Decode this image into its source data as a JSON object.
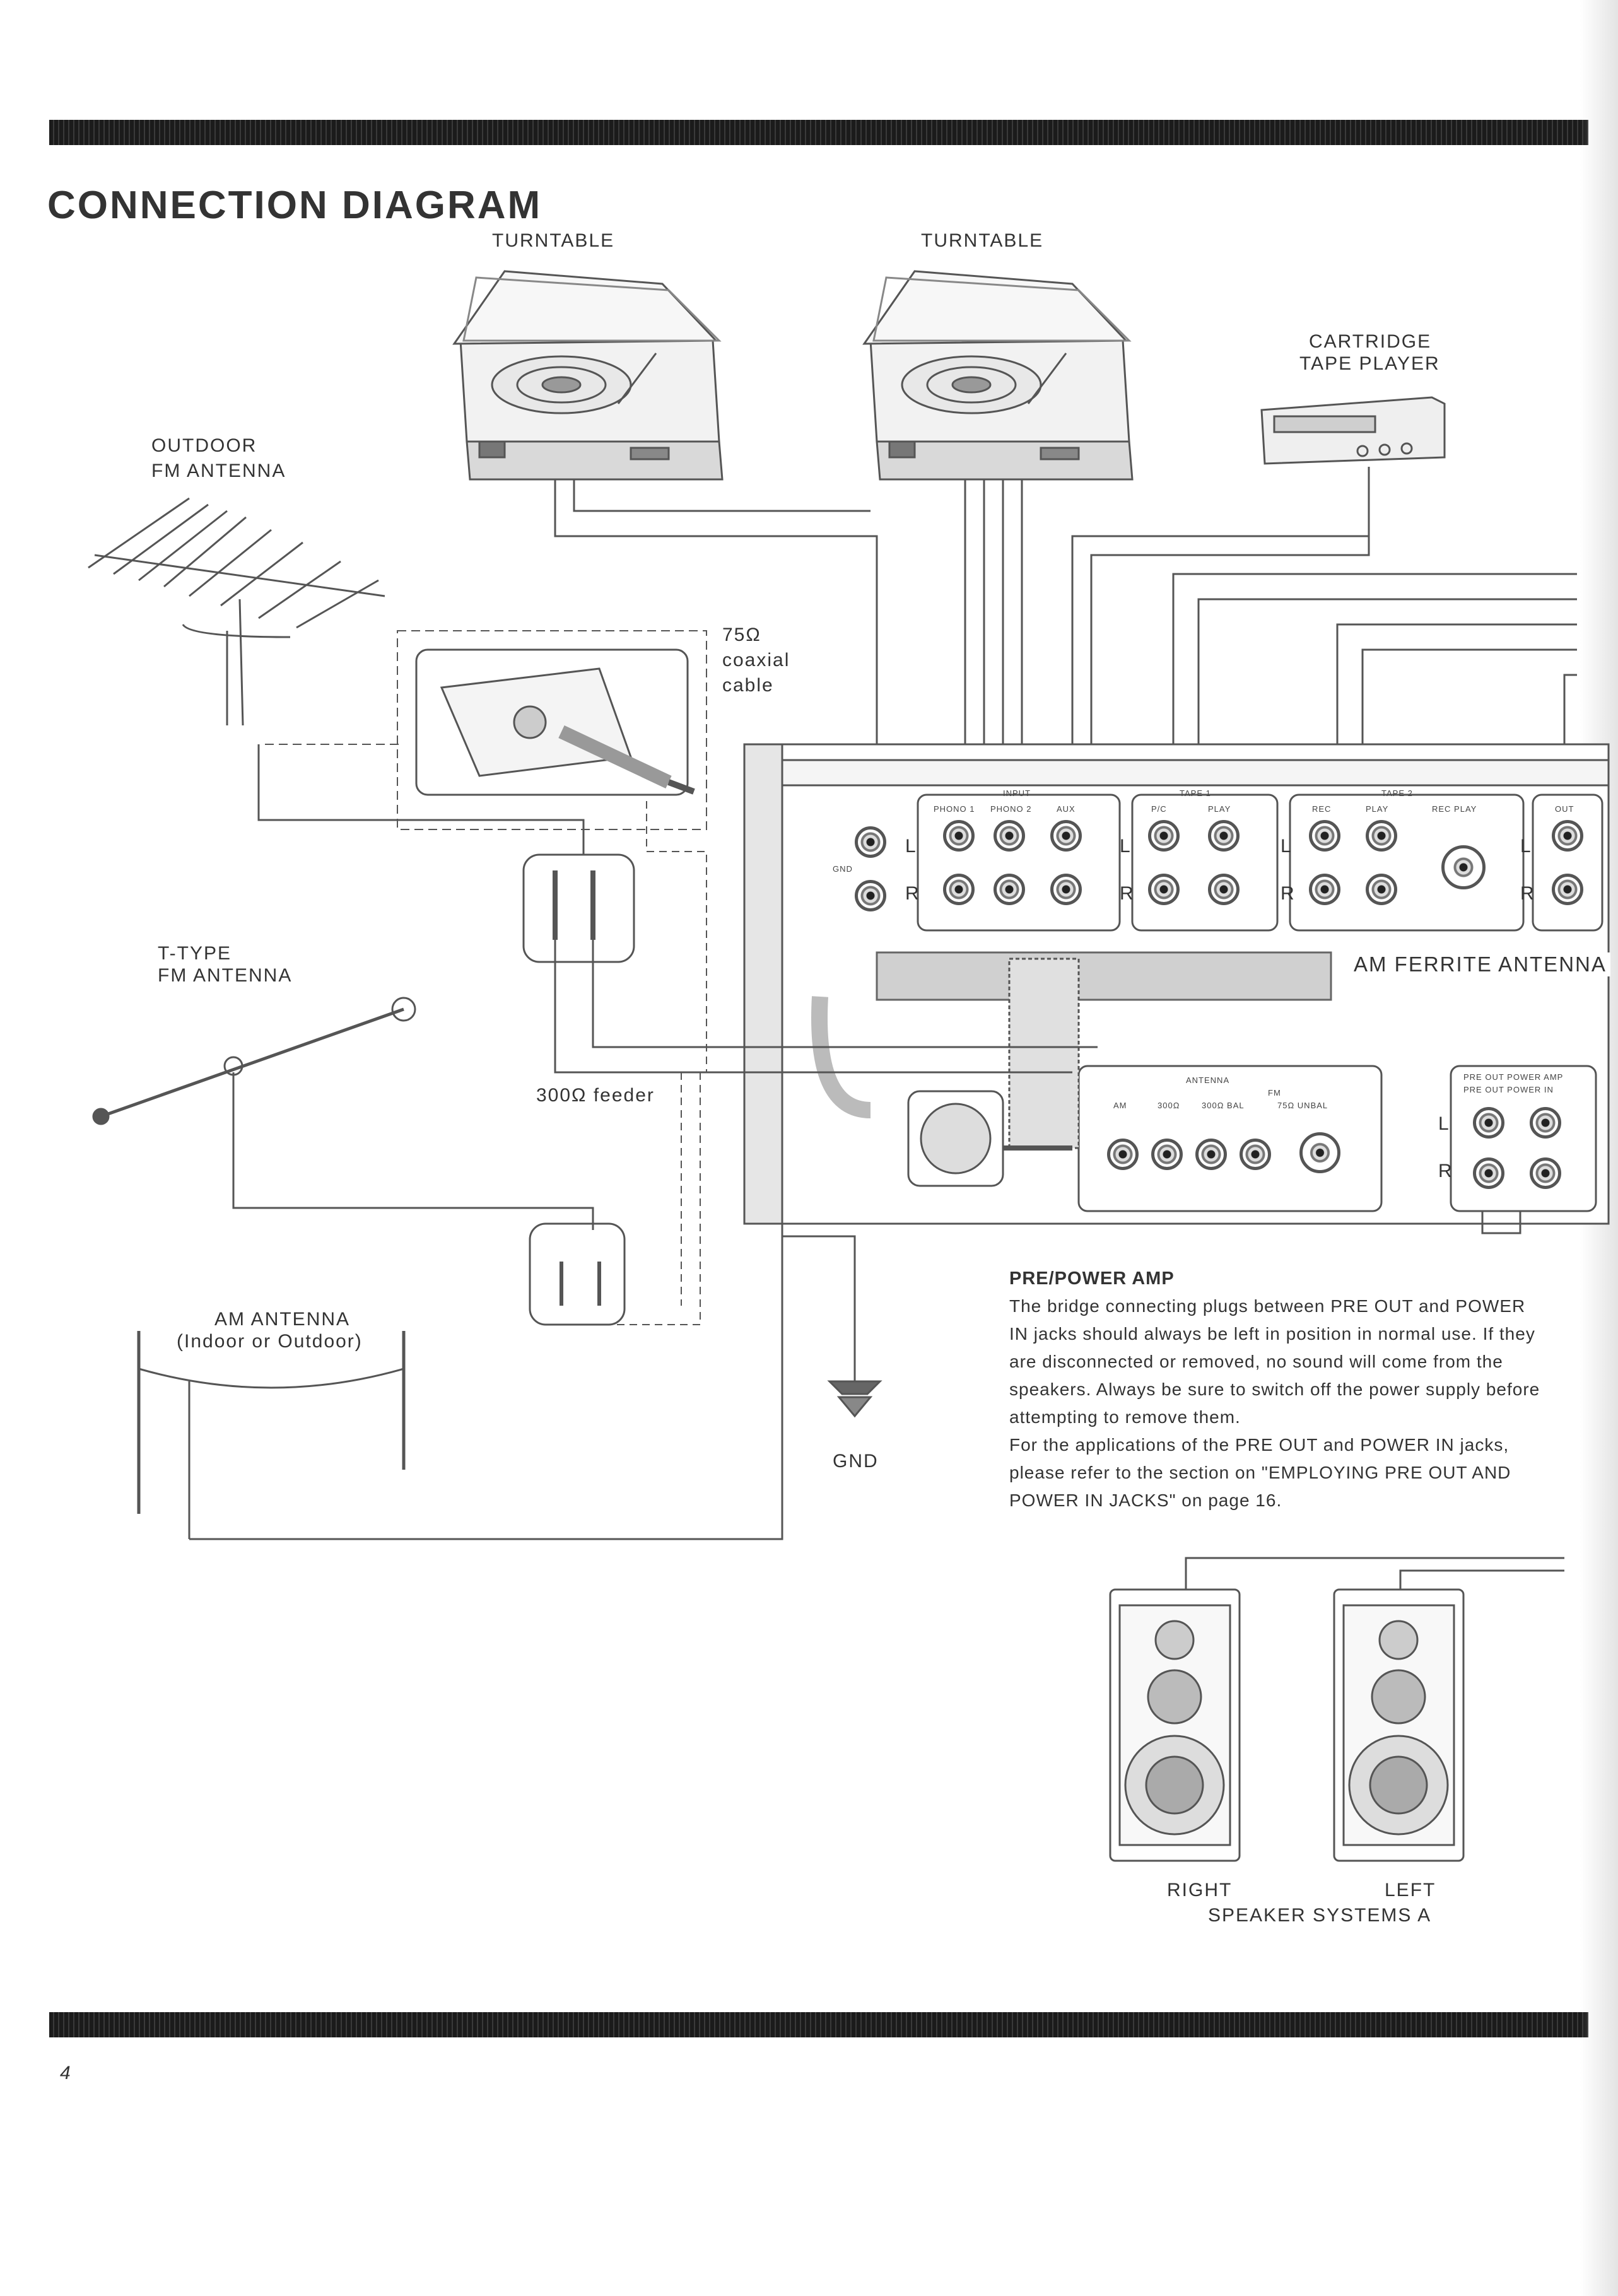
{
  "title": "CONNECTION DIAGRAM",
  "labels": {
    "turntable1": "TURNTABLE",
    "turntable2": "TURNTABLE",
    "cartridge_line1": "CARTRIDGE",
    "cartridge_line2": "TAPE PLAYER",
    "outdoor_line1": "OUTDOOR",
    "outdoor_line2": "FM ANTENNA",
    "coax_line1": "75Ω",
    "coax_line2": "coaxial",
    "coax_line3": "cable",
    "ttype_line1": "T-TYPE",
    "ttype_line2": "FM ANTENNA",
    "feeder": "300Ω feeder",
    "am_line1": "AM ANTENNA",
    "am_line2": "(Indoor or Outdoor)",
    "gnd": "GND",
    "am_ferrite": "AM FERRITE ANTENNA",
    "right": "RIGHT",
    "left": "LEFT",
    "speakers": "SPEAKER SYSTEMS A",
    "page_number": "4"
  },
  "panel": {
    "lr_l": "L",
    "lr_r": "R",
    "input": "INPUT",
    "phono1": "PHONO 1",
    "phono2": "PHONO 2",
    "aux": "AUX",
    "tape1": "TAPE 1",
    "tape2": "TAPE 2",
    "p_c": "P/C",
    "play": "PLAY",
    "rec": "REC",
    "rec_play": "REC PLAY",
    "gnd": "GND",
    "antenna": "ANTENNA",
    "fm": "FM",
    "am": "AM",
    "ohm300": "300Ω",
    "ohm300bal": "300Ω BAL",
    "ohm75": "75Ω UNBAL",
    "preout": "PRE OUT POWER AMP",
    "powerin": "PRE OUT POWER IN",
    "out": "OUT"
  },
  "note": {
    "heading": "PRE/POWER AMP",
    "paragraph1": "The bridge connecting plugs between PRE OUT and POWER IN jacks should always be left in position in normal use. If they are disconnected or removed, no sound will come from the speakers. Always be sure to switch off the power supply before attempting to remove them.",
    "paragraph2": "For the applications of the PRE OUT and POWER IN jacks, please refer to the section on \"EMPLOYING PRE OUT AND POWER IN JACKS\" on page 16."
  }
}
